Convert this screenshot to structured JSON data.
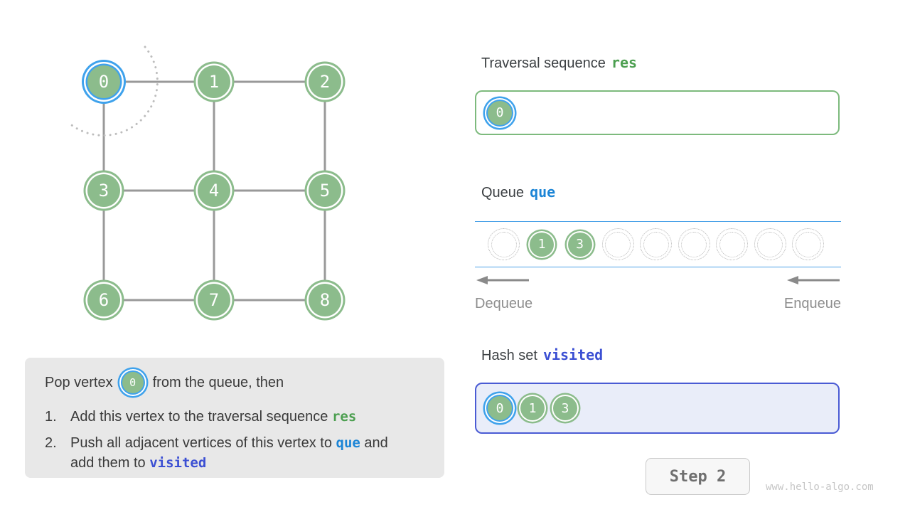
{
  "graph": {
    "vertices": [
      {
        "id": 0,
        "label": "0",
        "row": 0,
        "col": 0,
        "highlighted": true
      },
      {
        "id": 1,
        "label": "1",
        "row": 0,
        "col": 1,
        "highlighted": false
      },
      {
        "id": 2,
        "label": "2",
        "row": 0,
        "col": 2,
        "highlighted": false
      },
      {
        "id": 3,
        "label": "3",
        "row": 1,
        "col": 0,
        "highlighted": false
      },
      {
        "id": 4,
        "label": "4",
        "row": 1,
        "col": 1,
        "highlighted": false
      },
      {
        "id": 5,
        "label": "5",
        "row": 1,
        "col": 2,
        "highlighted": false
      },
      {
        "id": 6,
        "label": "6",
        "row": 2,
        "col": 0,
        "highlighted": false
      },
      {
        "id": 7,
        "label": "7",
        "row": 2,
        "col": 1,
        "highlighted": false
      },
      {
        "id": 8,
        "label": "8",
        "row": 2,
        "col": 2,
        "highlighted": false
      }
    ],
    "edges": [
      [
        0,
        1
      ],
      [
        1,
        2
      ],
      [
        3,
        4
      ],
      [
        4,
        5
      ],
      [
        6,
        7
      ],
      [
        7,
        8
      ],
      [
        0,
        3
      ],
      [
        3,
        6
      ],
      [
        1,
        4
      ],
      [
        4,
        7
      ],
      [
        2,
        5
      ],
      [
        5,
        8
      ]
    ]
  },
  "traversal": {
    "title": "Traversal sequence",
    "code": "res",
    "items": [
      {
        "label": "0",
        "highlighted": true
      }
    ]
  },
  "queue": {
    "title": "Queue",
    "code": "que",
    "slots": [
      "",
      "1",
      "3",
      "",
      "",
      "",
      "",
      "",
      ""
    ],
    "dequeue_label": "Dequeue",
    "enqueue_label": "Enqueue"
  },
  "hash_set": {
    "title": "Hash set",
    "code": "visited",
    "items": [
      {
        "label": "0",
        "highlighted": true
      },
      {
        "label": "1",
        "highlighted": false
      },
      {
        "label": "3",
        "highlighted": false
      }
    ]
  },
  "explanation": {
    "intro_before": "Pop vertex",
    "intro_vertex": {
      "label": "0",
      "highlighted": true
    },
    "intro_after": "from the queue, then",
    "steps": [
      {
        "num": "1.",
        "parts": [
          {
            "text": "Add this vertex to the traversal sequence "
          },
          {
            "code": "res",
            "color": "green"
          }
        ]
      },
      {
        "num": "2.",
        "parts": [
          {
            "text": "Push all adjacent vertices of this vertex to "
          },
          {
            "code": "que",
            "color": "blue"
          },
          {
            "text": " and add them to "
          },
          {
            "code": "visited",
            "color": "indigo"
          }
        ]
      }
    ]
  },
  "footer": {
    "step_label": "Step 2",
    "watermark": "www.hello-algo.com"
  },
  "colors": {
    "node_green": "#8CBC8C",
    "highlight_blue": "#3FA2EC",
    "edge_gray": "#999999",
    "queue_line_blue": "#4AA2E8",
    "res_box_border": "#7DBA7D",
    "visited_box_border": "#4A5BD4",
    "visited_box_bg": "#E9EDF9",
    "code_green": "#4C9F50",
    "code_blue": "#1C85D6",
    "code_indigo": "#3B4FD3"
  }
}
